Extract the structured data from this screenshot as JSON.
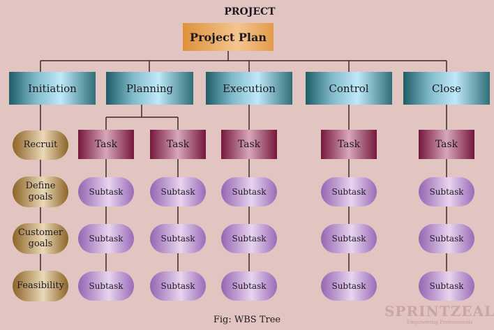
{
  "title": "PROJECT",
  "root": "Project Plan",
  "phases": [
    "Initiation",
    "Planning",
    "Execution",
    "Control",
    "Close"
  ],
  "initiation_items": [
    "Recruit",
    "Define goals",
    "Customer goals",
    "Feasibility"
  ],
  "task_label": "Task",
  "subtask_label": "Subtask",
  "caption": "Fig: WBS Tree",
  "watermark": {
    "brand": "SPRINTZEAL",
    "tagline": "Empowering Professionals"
  }
}
